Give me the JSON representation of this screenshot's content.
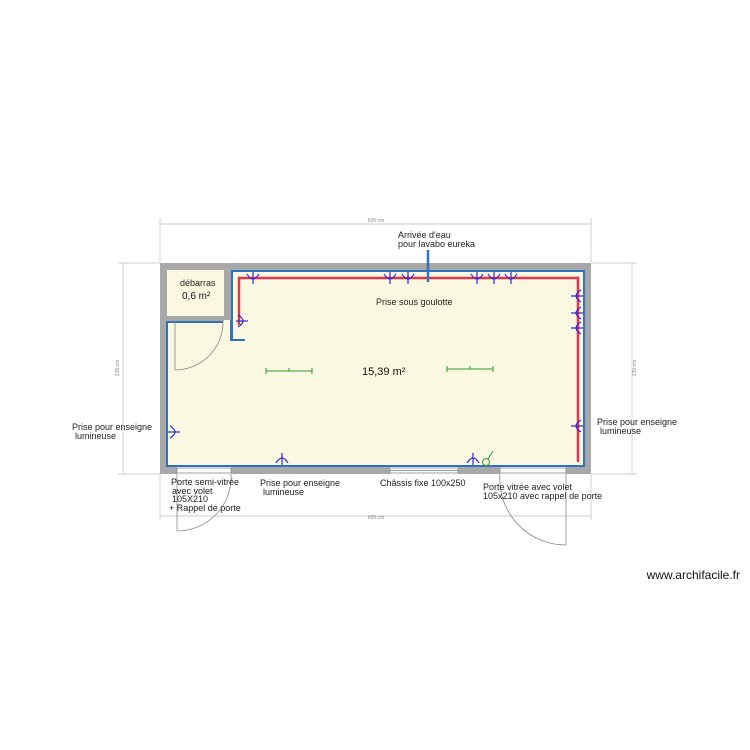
{
  "plan": {
    "dimensions": {
      "top": "605 cm",
      "bottom": "605 cm",
      "left": "235 cm",
      "right": "235 cm"
    },
    "rooms": [
      {
        "name": "débarras",
        "area": "0,6 m²"
      },
      {
        "name": "",
        "area": "15,39 m²"
      }
    ],
    "labels": {
      "water_line1": "Arrivée d'eau",
      "water_line2": "pour lavabo eureka",
      "goulotte": "Prise sous goulotte",
      "left_sign_line1": "Prise pour enseigne",
      "left_sign_line2": "lumineuse",
      "right_sign_line1": "Prise pour enseigne",
      "right_sign_line2": "lumineuse",
      "bottom_sign_line1": "Prise pour enseigne",
      "bottom_sign_line2": "lumineuse",
      "door1_line1": "Porte semi-vitrée",
      "door1_line2": "avec volet",
      "door1_line3": "105X210",
      "door1_line4": "+ Rappel de porte",
      "chassis": "Châssis fixe 100x250",
      "door2_line1": "Porte vitrée avec volet",
      "door2_line2": "105x210 avec rappel de porte"
    },
    "fixtures": {
      "light1": "—",
      "light2": "—"
    },
    "colors": {
      "wall": "#a8a8a8",
      "floor": "#fbf8e2",
      "electric": "#e8344a",
      "water": "#2f73c0",
      "outlet": "#2a2ad0",
      "light": "#2e9a2e",
      "dimension": "#bdbdbd"
    }
  },
  "watermark": "www.archifacile.fr"
}
